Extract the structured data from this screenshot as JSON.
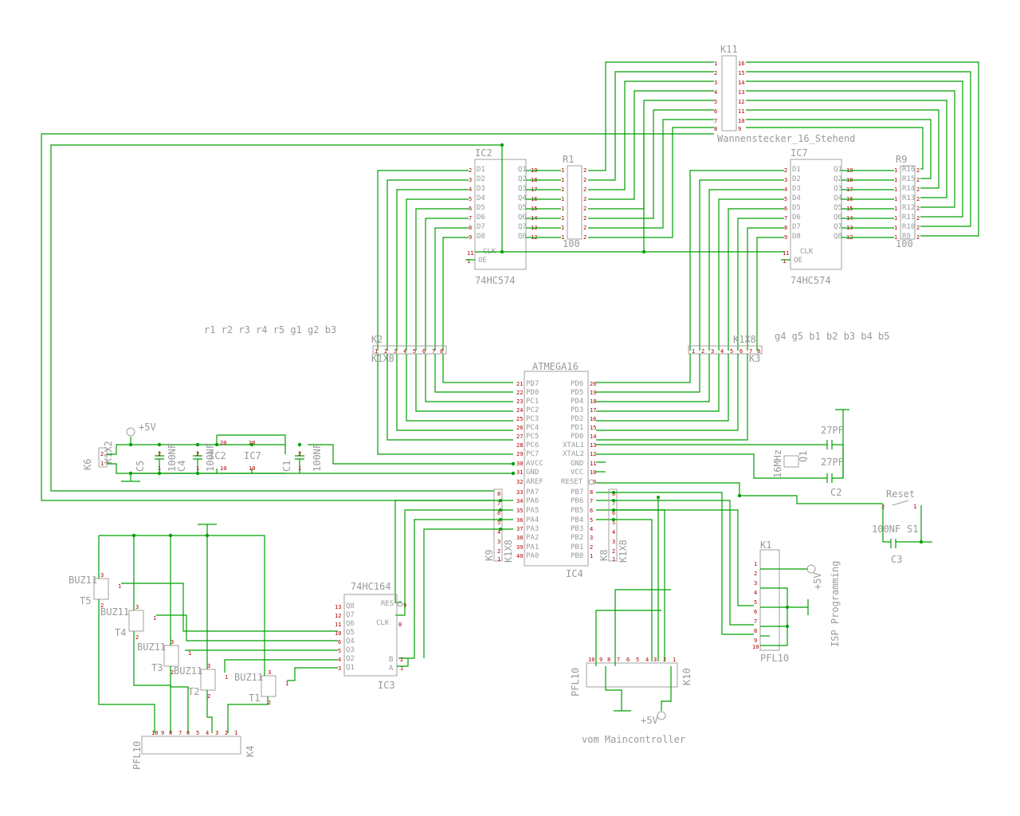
{
  "labels": {
    "k11": "K11",
    "k11_sub": "Wannenstecker_16_Stehend",
    "ic2": "IC2",
    "ic2_type": "74HC574",
    "ic7": "IC7",
    "ic7_type": "74HC574",
    "r1": "R1",
    "r1_val": "100",
    "r9": "R9",
    "r9_val": "100",
    "rgb_left": "r1 r2 r3 r4 r5 g1 g2 b3",
    "rgb_right": "g4 g5 b1 b2 b3 b4 b5",
    "k2": "K2",
    "k2_type": "K1X8",
    "k3": "K3",
    "k3_type": "K1X8",
    "ic4_type": "ATMEGA16",
    "ic4": "IC4",
    "plus5v": "+5V",
    "c5": "C5",
    "c4": "C4",
    "c1": "C1",
    "cap_100nf": "100NF",
    "ic2_pwr": "IC2",
    "ic7_pwr": "IC7",
    "k6": "K6",
    "k6_type": "K1X2",
    "c_27pf": "27PF",
    "c_27pf_2": "27PF",
    "c2": "C2",
    "q1": "Q1",
    "q1_val": "16MHz",
    "reset": "Reset",
    "s1": "S1",
    "c3": "C3",
    "c3_val": "100NF",
    "k1": "K1",
    "pfl10": "PFL10",
    "isp": "ISP Programming",
    "k9": "K9",
    "k8": "K8",
    "k1x8": "K1X8",
    "ic3_type": "74HC164",
    "ic3": "IC3",
    "buz11": "BUZ11",
    "t1": "T1",
    "t2": "T2",
    "t3": "T3",
    "t4": "T4",
    "t5": "T5",
    "k4": "K4",
    "k10": "K10",
    "main": "vom Maincontroller"
  },
  "pins": {
    "ic2_left_names": [
      "D1",
      "D2",
      "D3",
      "D4",
      "D5",
      "D6",
      "D7",
      "D8"
    ],
    "ic2_left_nums": [
      "2",
      "3",
      "4",
      "5",
      "6",
      "7",
      "8",
      "9"
    ],
    "ic2_right_names": [
      "Q1",
      "Q2",
      "Q3",
      "Q4",
      "Q5",
      "Q6",
      "Q7",
      "Q8"
    ],
    "ic2_right_nums": [
      "19",
      "18",
      "17",
      "16",
      "15",
      "14",
      "13",
      "12"
    ],
    "ic2_ctrl_names": [
      "CLK",
      "OE"
    ],
    "ic2_ctrl_nums": [
      "11",
      "1"
    ],
    "k11_left": [
      "1",
      "2",
      "3",
      "4",
      "5",
      "6",
      "7",
      "8"
    ],
    "k11_right": [
      "16",
      "15",
      "14",
      "13",
      "12",
      "11",
      "10",
      "9"
    ],
    "r_left": [
      "1",
      "1",
      "1",
      "1",
      "1",
      "1",
      "1",
      "1"
    ],
    "r_right": [
      "2",
      "2",
      "2",
      "2",
      "2",
      "2",
      "2",
      "2"
    ],
    "r9_names": [
      "R16",
      "R15",
      "R14",
      "R13",
      "R12",
      "R11",
      "R10",
      "R9"
    ],
    "k2_nums": [
      "1",
      "2",
      "3",
      "4",
      "5",
      "6",
      "7",
      "8"
    ],
    "atmega_left_names": [
      "PD7",
      "PD0",
      "PC1",
      "PC2",
      "PC3",
      "PC4",
      "PC5",
      "PC6",
      "PC7",
      "AVCC",
      "GND",
      "AREF",
      "PA7",
      "PA6",
      "PA5",
      "PA4",
      "PA3",
      "PA2",
      "PA1",
      "PA0"
    ],
    "atmega_left_nums": [
      "21",
      "22",
      "23",
      "24",
      "25",
      "26",
      "27",
      "28",
      "29",
      "30",
      "31",
      "32",
      "33",
      "34",
      "35",
      "36",
      "37",
      "38",
      "39",
      "40"
    ],
    "atmega_right_names": [
      "PD6",
      "PD5",
      "PD4",
      "PD3",
      "PD2",
      "PD1",
      "PD0",
      "XTAL1",
      "XTAL2",
      "GND",
      "VCC",
      "RESET",
      "PB7",
      "PB6",
      "PB5",
      "PB4",
      "PB3",
      "PB2",
      "PB1",
      "PB0"
    ],
    "atmega_right_nums": [
      "20",
      "19",
      "18",
      "17",
      "16",
      "15",
      "14",
      "13",
      "12",
      "11",
      "10",
      "9",
      "8",
      "7",
      "6",
      "5",
      "4",
      "3",
      "2",
      "1"
    ],
    "k1_nums": [
      "1",
      "2",
      "3",
      "4",
      "5",
      "6",
      "7",
      "8",
      "9",
      "10"
    ],
    "ic3_left_names": [
      "Q8",
      "Q7",
      "Q6",
      "Q5",
      "Q4",
      "Q3",
      "Q2",
      "Q1"
    ],
    "ic3_left_nums": [
      "13",
      "12",
      "11",
      "10",
      "6",
      "5",
      "4",
      "3"
    ],
    "ic3_right_names": [
      "RES",
      "CLK",
      "B",
      "A"
    ],
    "ic3_right_nums": [
      "9",
      "8",
      "2",
      "1"
    ],
    "k4_nums": [
      "10",
      "9",
      "8",
      "7",
      "6",
      "5",
      "4",
      "3",
      "2",
      "1"
    ],
    "k10_nums": [
      "10",
      "9",
      "8",
      "7",
      "6",
      "5",
      "4",
      "3",
      "2",
      "1"
    ],
    "k9_nums": [
      "8",
      "7",
      "6",
      "5",
      "4",
      "3",
      "2",
      "1"
    ],
    "k8_nums": [
      "8",
      "7",
      "6",
      "5",
      "4",
      "3",
      "2",
      "1"
    ],
    "transistor_pins": [
      "1",
      "2",
      "3"
    ],
    "pwr_nums": [
      "20",
      "10",
      "20",
      "10"
    ],
    "two": [
      "1",
      "2"
    ]
  }
}
